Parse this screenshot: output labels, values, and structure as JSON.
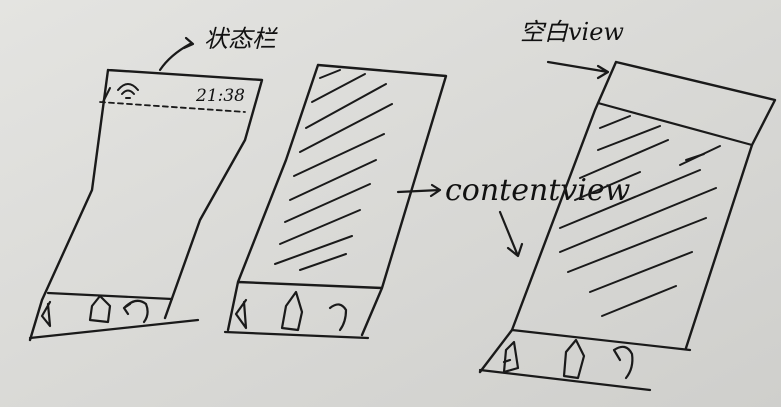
{
  "labels": {
    "status_bar": "状态栏",
    "time": "21:38",
    "blank_view": "空白view",
    "content_view": "contentview"
  },
  "colors": {
    "paper": "#d9d9d6",
    "ink": "#1a1a1a"
  }
}
